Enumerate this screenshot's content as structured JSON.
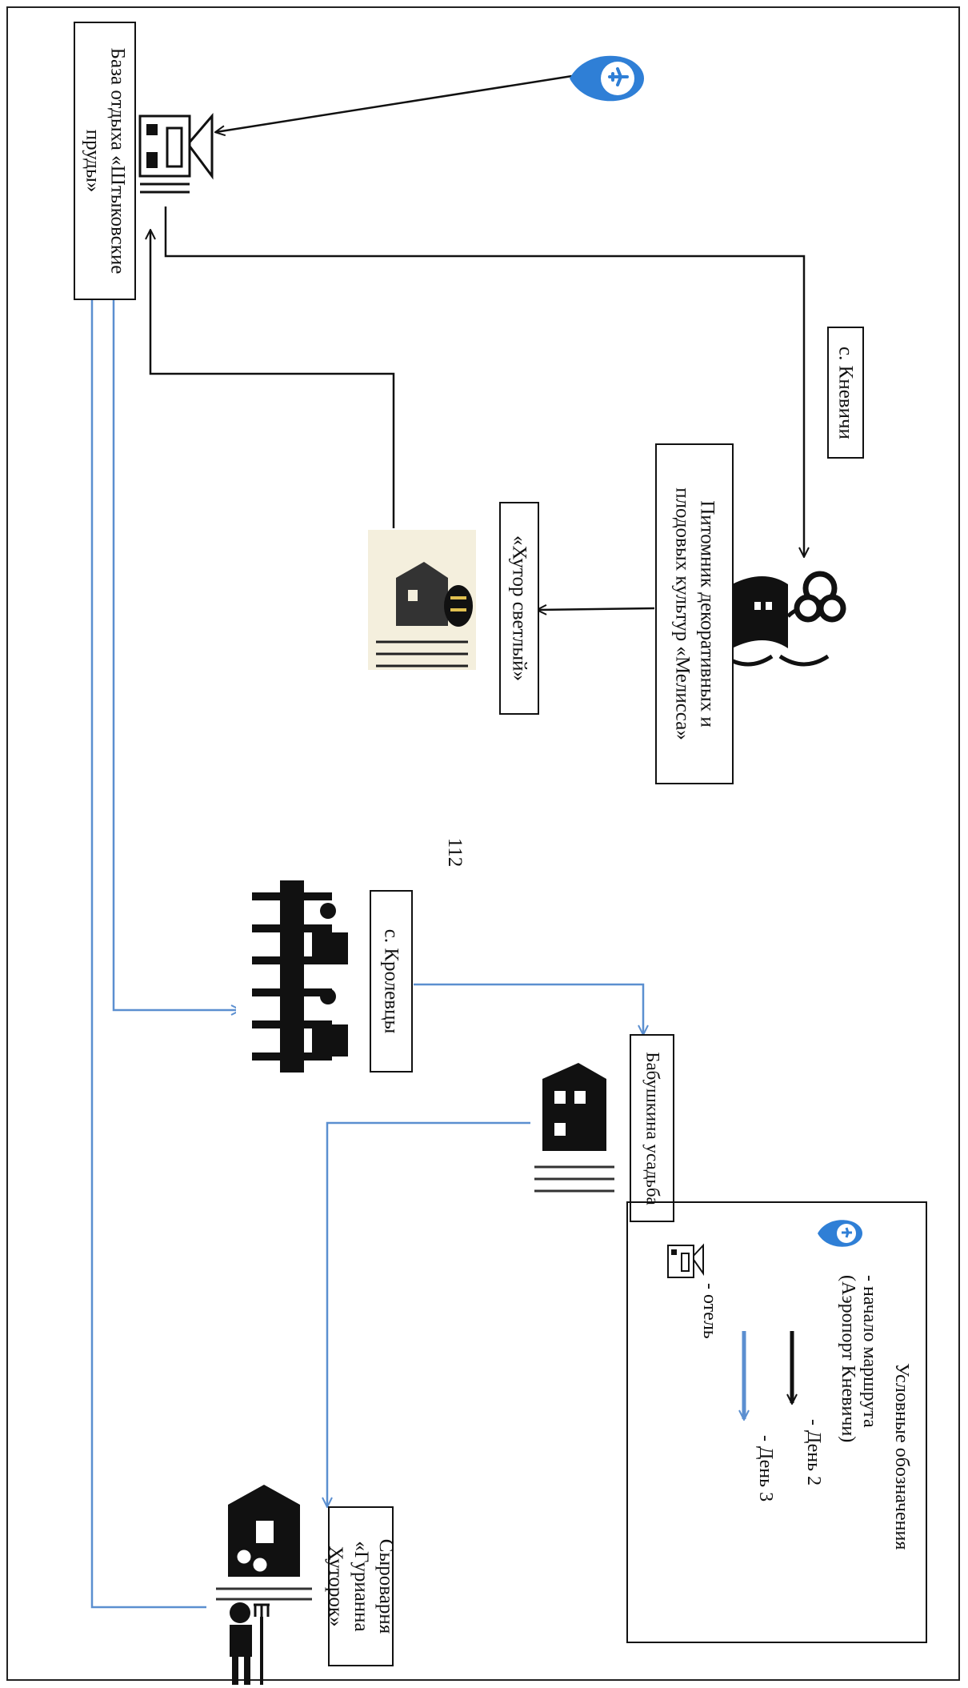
{
  "page_number": "112",
  "labels": {
    "base": "База отдыха «Штыковские пруды»",
    "knevichi": "с. Кневичи",
    "nursery": "Питомник декоративных и плодовых культур «Мелисса»",
    "khutor": "«Хутор светлый»",
    "krolevtsy": "с. Кролевцы",
    "babushkina": "Бабушкина усадьба",
    "syrovarnya": "Сыроварня «Гурианна Хуторок»"
  },
  "legend": {
    "title": "Условные обозначения",
    "start": "- начало маршрута (Аэропорт Кневичи)",
    "day2": "- День 2",
    "day3": "- День 3",
    "hotel": "- отель"
  },
  "colors": {
    "day2": "#111111",
    "day3": "#5b8fd0",
    "airport": "#2f7fd6"
  },
  "icons": [
    "airport-pin-icon",
    "hotel-house-icon",
    "nursery-icon",
    "bee-farm-icon",
    "village-icon",
    "manor-icon",
    "cheese-dairy-icon",
    "farmer-icon"
  ]
}
